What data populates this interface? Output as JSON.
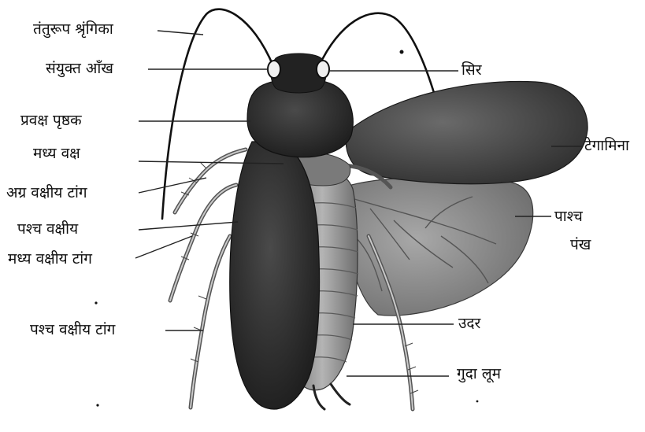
{
  "labels": {
    "antenna": "तंतुरूप श्रृंगिका",
    "compound_eye": "संयुक्त आँख",
    "pronotum": "प्रवक्ष पृष्ठक",
    "mesothorax": "मध्य वक्ष",
    "fore_leg": "अग्र वक्षीय टांग",
    "hind_thorax": "पश्च वक्षीय",
    "middle_leg": "मध्य वक्षीय टांग",
    "hind_leg": "पश्च वक्षीय टांग",
    "head": "सिर",
    "tegmina": "टेगामिना",
    "hind_wing_line1": "पाश्च",
    "hind_wing_line2": "पंख",
    "abdomen": "उदर",
    "anal_cerci": "गुदा लूम"
  }
}
